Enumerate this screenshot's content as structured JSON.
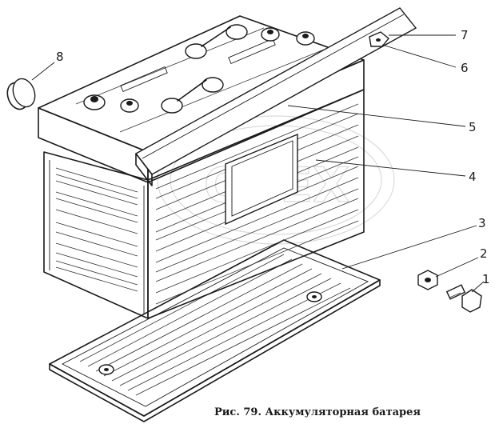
{
  "figure": {
    "caption": "Рис. 79. Аккумуляторная батарея",
    "callouts": [
      {
        "id": "1",
        "label": "1"
      },
      {
        "id": "2",
        "label": "2"
      },
      {
        "id": "3",
        "label": "3"
      },
      {
        "id": "4",
        "label": "4"
      },
      {
        "id": "5",
        "label": "5"
      },
      {
        "id": "6",
        "label": "6"
      },
      {
        "id": "7",
        "label": "7"
      },
      {
        "id": "8",
        "label": "8"
      }
    ],
    "watermark_text": "OPEX"
  },
  "colors": {
    "ink": "#1a1a1a",
    "paper": "#ffffff",
    "watermark": "#bdbdbd"
  }
}
